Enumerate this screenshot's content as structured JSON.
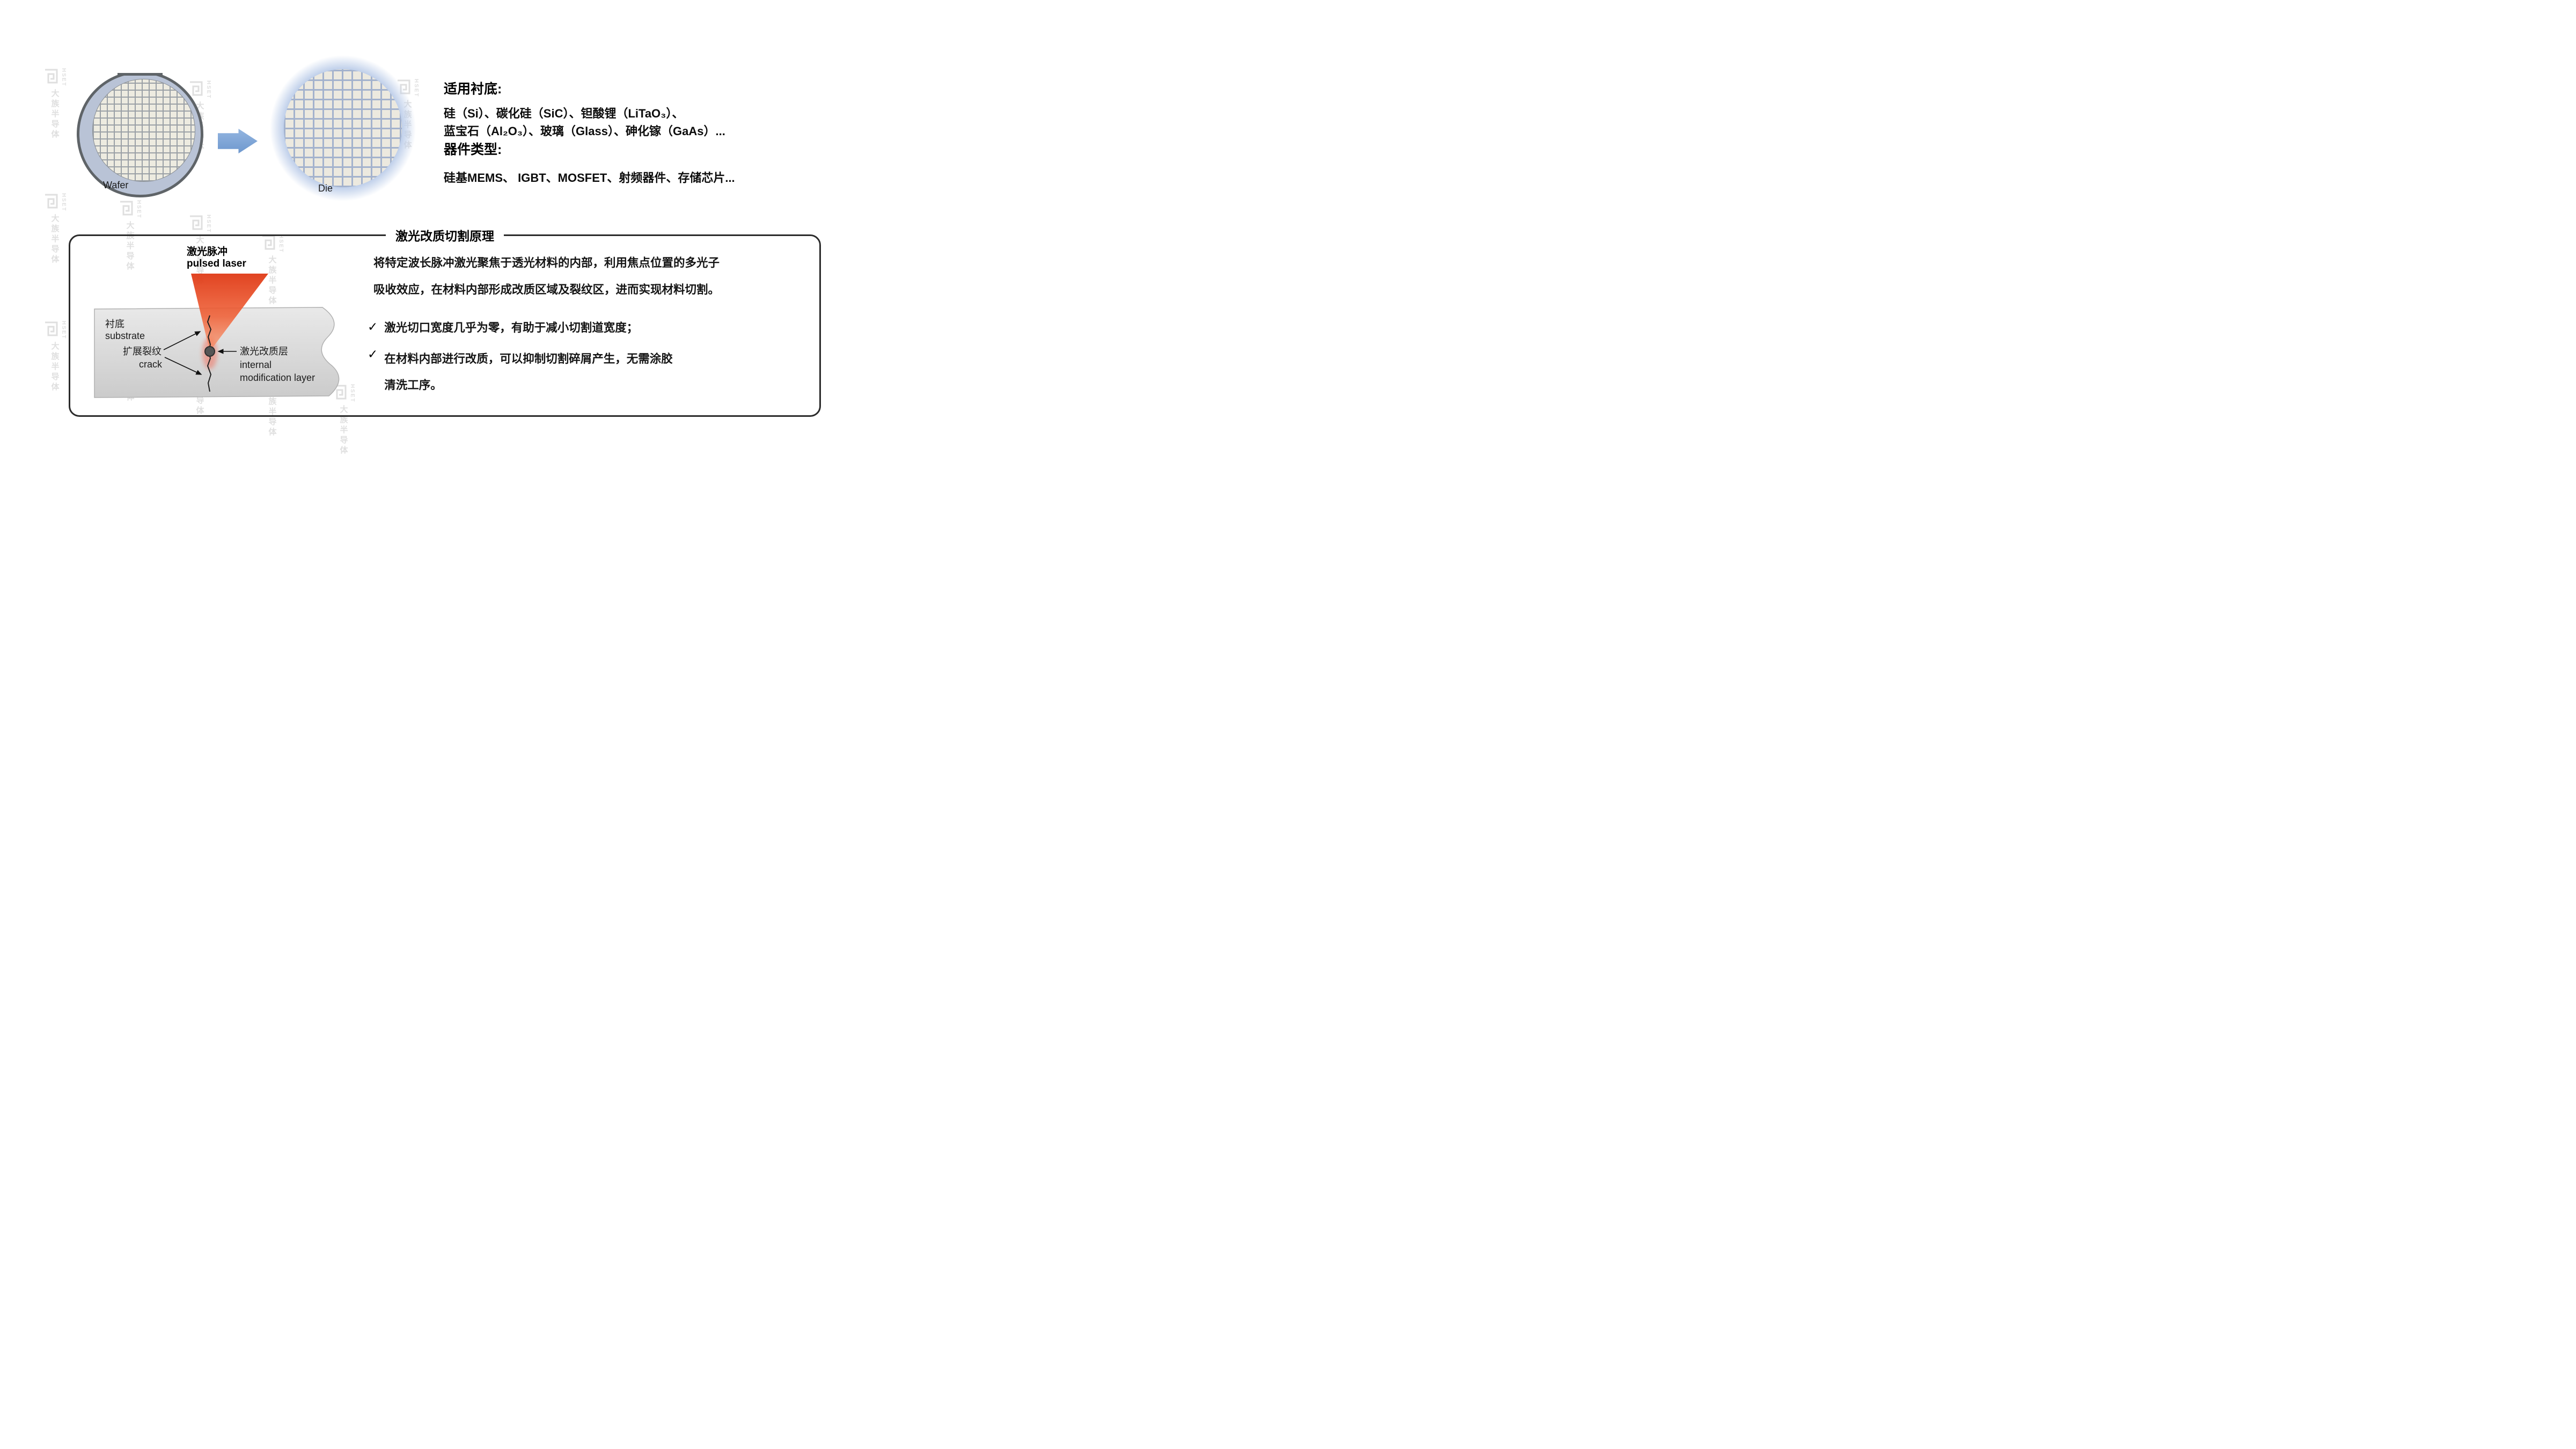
{
  "watermark": {
    "brand": "HSET",
    "company": "大族半导体"
  },
  "wafer_section": {
    "wafer_label": "Wafer",
    "die_label": "Die"
  },
  "substrates": {
    "heading": "适用衬底:",
    "line1": "硅（Si）、碳化硅（SiC）、钽酸锂（LiTaO₃）、",
    "line2": "蓝宝石（Al₂O₃）、玻璃（Glass）、砷化镓（GaAs）..."
  },
  "devices": {
    "heading": "器件类型:",
    "line": "硅基MEMS、 IGBT、MOSFET、射频器件、存储芯片..."
  },
  "principle_box": {
    "title": "激光改质切割原理",
    "diagram": {
      "laser_label_zh": "激光脉冲",
      "laser_label_en": "pulsed laser",
      "substrate_label_zh": "衬底",
      "substrate_label_en": "substrate",
      "crack_label_zh": "扩展裂纹",
      "crack_label_en": "crack",
      "modification_label_zh": "激光改质层",
      "modification_label_en_1": "internal",
      "modification_label_en_2": "modification layer"
    },
    "description": {
      "line1": "将特定波长脉冲激光聚焦于透光材料的内部，利用焦点位置的多光子",
      "line2": "吸收效应，在材料内部形成改质区域及裂纹区，进而实现材料切割。"
    },
    "bullets": [
      {
        "mark": "✓",
        "line1": "激光切口宽度几乎为零，有助于减小切割道宽度；",
        "line2": ""
      },
      {
        "mark": "✓",
        "line1": "在材料内部进行改质，可以抑制切割碎屑产生，无需涂胶",
        "line2": "清洗工序。"
      }
    ]
  },
  "colors": {
    "arrow_blue": "#7aa4d9",
    "laser_red": "#e8431f",
    "die_ring_blue": "#bccde9",
    "substrate_gray": "#d9d9d9",
    "watermark_gray": "#c6c6c6"
  }
}
